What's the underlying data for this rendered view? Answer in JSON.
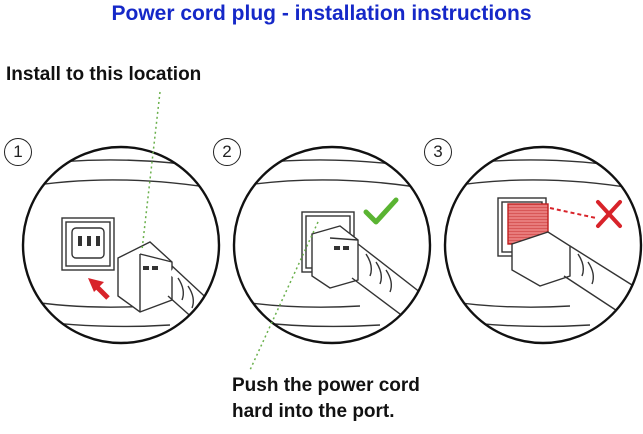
{
  "title": "Power cord plug - installation instructions",
  "callout": "Install to this location",
  "steps": [
    "1",
    "2",
    "3"
  ],
  "instruction": {
    "line1": "Push the power cord",
    "line2": "hard into the port."
  },
  "colors": {
    "title": "#1528c8",
    "arrow": "#d8232a",
    "check": "#5ab432",
    "cross": "#d8232a",
    "dashed_guide": "#6ab04c"
  },
  "icons": [
    "red-arrow-icon",
    "check-mark-icon",
    "cross-mark-icon"
  ]
}
